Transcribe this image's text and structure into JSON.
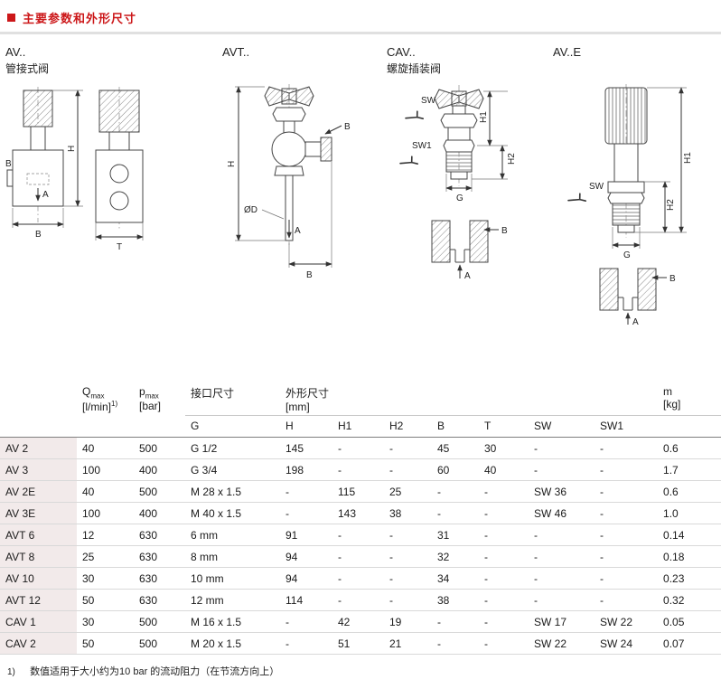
{
  "colors": {
    "accent_red": "#cc1719",
    "row_label_bg": "#f2eaea"
  },
  "page": {
    "title": "主要参数和外形尺寸"
  },
  "figures": [
    {
      "code": "AV..",
      "subtitle": "管接式阀",
      "labels": {
        "b_port": "B",
        "a": "A",
        "b_dim": "B",
        "h_dim": "H",
        "t_dim": "T"
      }
    },
    {
      "code": "AVT..",
      "subtitle": "",
      "labels": {
        "h_dim": "H",
        "b_port": "B",
        "od": "ØD",
        "a": "A",
        "b_dim": "B"
      }
    },
    {
      "code": "CAV..",
      "subtitle": "螺旋插装阀",
      "labels": {
        "sw": "SW",
        "sw1": "SW1",
        "h1": "H1",
        "h2": "H2",
        "g": "G",
        "b": "B",
        "a": "A"
      }
    },
    {
      "code": "AV..E",
      "subtitle": "",
      "labels": {
        "sw": "SW",
        "h1": "H1",
        "h2": "H2",
        "g": "G",
        "b": "B",
        "a": "A"
      }
    }
  ],
  "table": {
    "header": {
      "qmax": {
        "sym": "Q",
        "sub": "max",
        "unit": "[l/min]",
        "note": "1)"
      },
      "pmax": {
        "sym": "p",
        "sub": "max",
        "unit": "[bar]"
      },
      "port_group": "接口尺寸",
      "dim_group": "外形尺寸",
      "dim_unit": "[mm]",
      "mass_sym": "m",
      "mass_unit": "[kg]",
      "sub_cols": [
        "G",
        "H",
        "H1",
        "H2",
        "B",
        "T",
        "SW",
        "SW1"
      ]
    },
    "rows": [
      {
        "name": "AV 2",
        "qmax": "40",
        "pmax": "500",
        "g": "G 1/2",
        "h": "145",
        "h1": "-",
        "h2": "-",
        "b": "45",
        "t": "30",
        "sw": "-",
        "sw1": "-",
        "m": "0.6"
      },
      {
        "name": "AV 3",
        "qmax": "100",
        "pmax": "400",
        "g": "G 3/4",
        "h": "198",
        "h1": "-",
        "h2": "-",
        "b": "60",
        "t": "40",
        "sw": "-",
        "sw1": "-",
        "m": "1.7"
      },
      {
        "name": "AV 2E",
        "qmax": "40",
        "pmax": "500",
        "g": "M 28 x 1.5",
        "h": "-",
        "h1": "115",
        "h2": "25",
        "b": "-",
        "t": "-",
        "sw": "SW 36",
        "sw1": "-",
        "m": "0.6"
      },
      {
        "name": "AV 3E",
        "qmax": "100",
        "pmax": "400",
        "g": "M 40 x 1.5",
        "h": "-",
        "h1": "143",
        "h2": "38",
        "b": "-",
        "t": "-",
        "sw": "SW 46",
        "sw1": "-",
        "m": "1.0"
      },
      {
        "name": "AVT 6",
        "qmax": "12",
        "pmax": "630",
        "g": "6 mm",
        "h": "91",
        "h1": "-",
        "h2": "-",
        "b": "31",
        "t": "-",
        "sw": "-",
        "sw1": "-",
        "m": "0.14"
      },
      {
        "name": "AVT 8",
        "qmax": "25",
        "pmax": "630",
        "g": "8 mm",
        "h": "94",
        "h1": "-",
        "h2": "-",
        "b": "32",
        "t": "-",
        "sw": "-",
        "sw1": "-",
        "m": "0.18"
      },
      {
        "name": "AV 10",
        "qmax": "30",
        "pmax": "630",
        "g": "10 mm",
        "h": "94",
        "h1": "-",
        "h2": "-",
        "b": "34",
        "t": "-",
        "sw": "-",
        "sw1": "-",
        "m": "0.23"
      },
      {
        "name": "AVT 12",
        "qmax": "50",
        "pmax": "630",
        "g": "12 mm",
        "h": "114",
        "h1": "-",
        "h2": "-",
        "b": "38",
        "t": "-",
        "sw": "-",
        "sw1": "-",
        "m": "0.32"
      },
      {
        "name": "CAV 1",
        "qmax": "30",
        "pmax": "500",
        "g": "M 16 x 1.5",
        "h": "-",
        "h1": "42",
        "h2": "19",
        "b": "-",
        "t": "-",
        "sw": "SW 17",
        "sw1": "SW 22",
        "m": "0.05"
      },
      {
        "name": "CAV 2",
        "qmax": "50",
        "pmax": "500",
        "g": "M 20 x 1.5",
        "h": "-",
        "h1": "51",
        "h2": "21",
        "b": "-",
        "t": "-",
        "sw": "SW 22",
        "sw1": "SW 24",
        "m": "0.07"
      }
    ]
  },
  "footnote": {
    "marker": "1)",
    "text": "数值适用于大小约为10 bar 的流动阻力（在节流方向上）"
  }
}
